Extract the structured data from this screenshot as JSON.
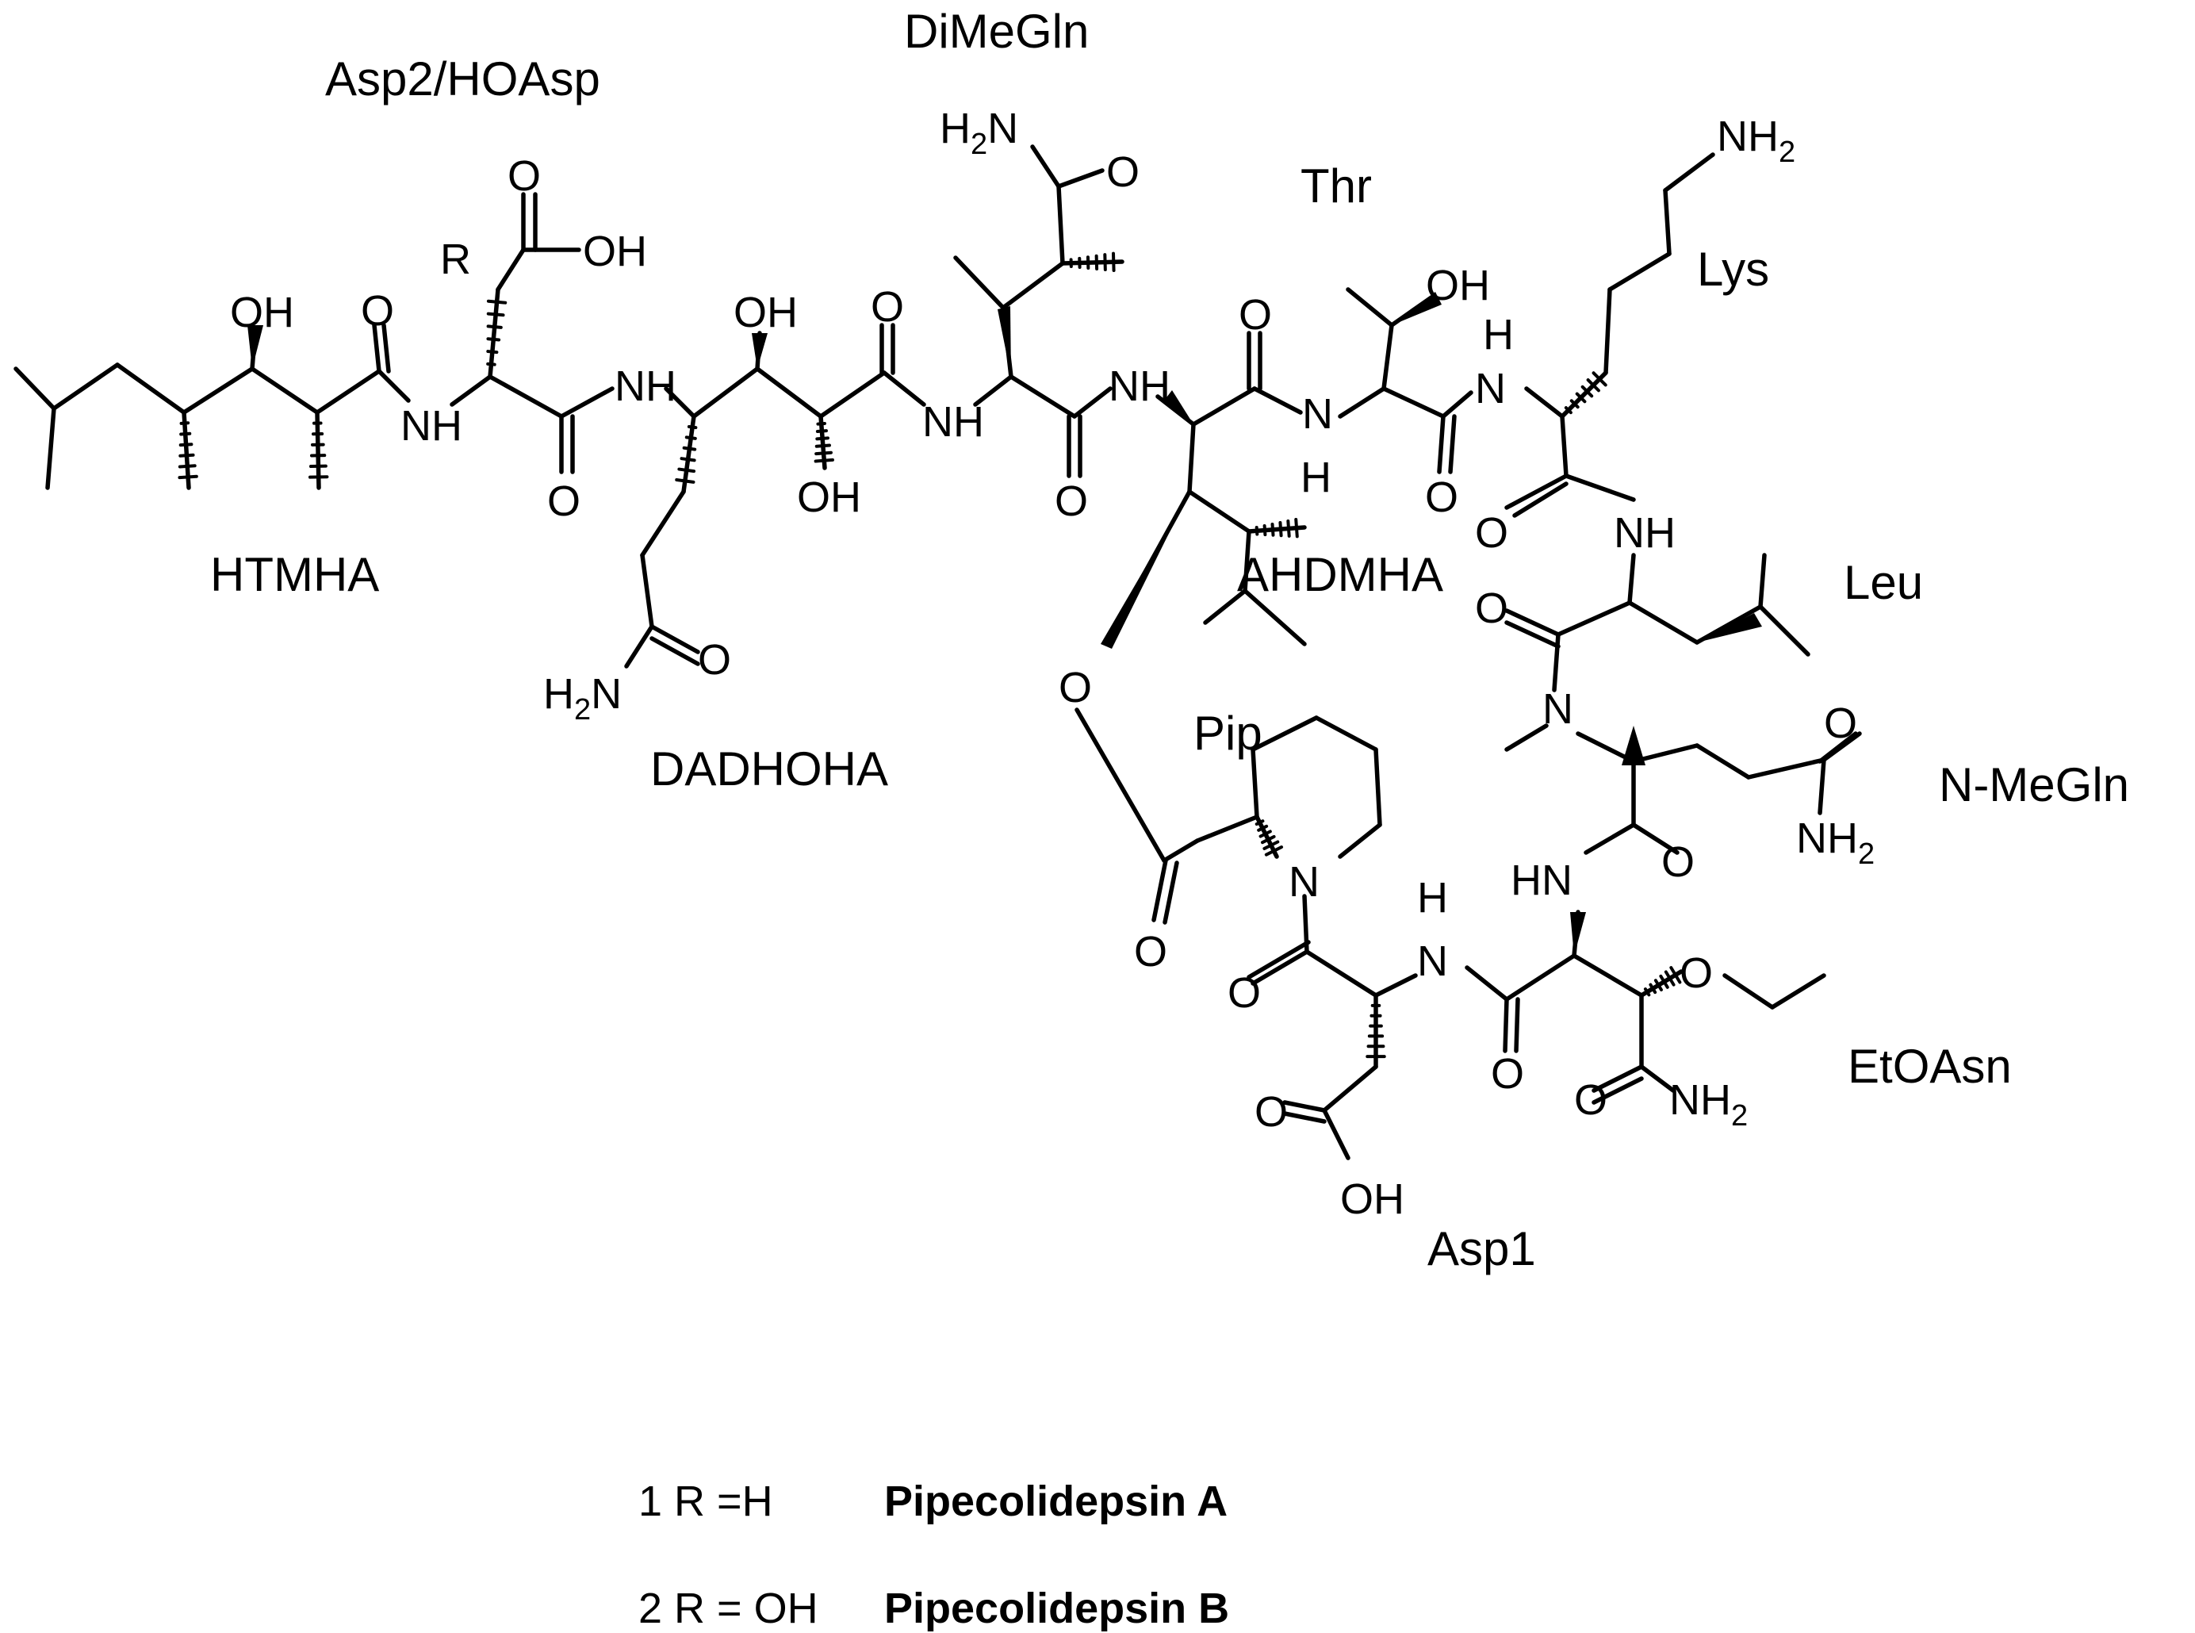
{
  "residues": {
    "dimegln": "DiMeGln",
    "asp2": "Asp2/HOAsp",
    "thr": "Thr",
    "lys": "Lys",
    "htmha": "HTMHA",
    "ahdmha": "AHDMHA",
    "leu": "Leu",
    "dadhoha": "DADHOHA",
    "pip": "Pip",
    "nmegln": "N-MeGln",
    "etoasn": "EtOAsn",
    "asp1": "Asp1"
  },
  "atoms": {
    "oh": "OH",
    "o": "O",
    "nh": "NH",
    "hn": "HN",
    "n": "N",
    "h": "H",
    "r": "R",
    "h2n_h": "H",
    "h2n_n": "N",
    "nh2_n": "NH",
    "two": "2"
  },
  "compounds": [
    {
      "prefix": "1 R =H",
      "name": "Pipecolidepsin A"
    },
    {
      "prefix": "2 R = OH",
      "name": "Pipecolidepsin B"
    }
  ]
}
